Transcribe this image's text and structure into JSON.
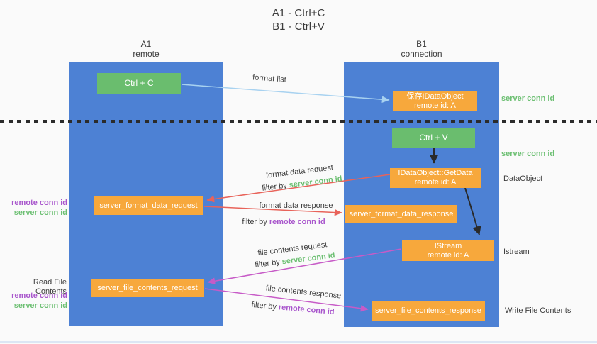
{
  "title": {
    "line1": "A1 - Ctrl+C",
    "line2": "B1 - Ctrl+V"
  },
  "lanes": {
    "left": {
      "name": "A1",
      "subtitle": "remote"
    },
    "right": {
      "name": "B1",
      "subtitle": "connection"
    }
  },
  "nodes": {
    "ctrl_c": {
      "label": "Ctrl + C"
    },
    "ctrl_v": {
      "label": "Ctrl + V"
    },
    "save_dataobject": {
      "line1": "保存IDataObject",
      "line2": "remote id: A"
    },
    "getdata": {
      "line1": "IDataObject::GetData",
      "line2": "remote id: A"
    },
    "istream": {
      "line1": "IStream",
      "line2": "remote id: A"
    },
    "format_request": {
      "label": "server_format_data_request"
    },
    "format_response": {
      "label": "server_format_data_response"
    },
    "file_request": {
      "label": "server_file_contents_request"
    },
    "file_response": {
      "label": "server_file_contents_response"
    }
  },
  "side_labels": {
    "server_conn_id_top": "server conn id",
    "server_conn_id_mid": "server conn id",
    "dataobject": "DataObject",
    "istream": "Istream",
    "write_file": "Write File Contents",
    "read_file": "Read File Contents",
    "format_remote_conn": "remote conn id",
    "format_server_conn": "server conn id",
    "file_remote_conn": "remote conn id",
    "file_server_conn": "server conn id"
  },
  "arrow_labels": {
    "format_list": "format list",
    "format_data_request": "format data request",
    "format_data_response": "format data response",
    "file_contents_request": "file contents request",
    "file_contents_response": "file contents response",
    "filter_by": "filter by ",
    "server_conn_id": "server conn id",
    "remote_conn_id": "remote conn id"
  },
  "colors": {
    "lane_fill": "#4d81d4",
    "node_green": "#6abd6e",
    "node_orange": "#f7a83c",
    "arrow_blue": "#a8d2f0",
    "arrow_red": "#e8635a",
    "arrow_magenta": "#c75bc7",
    "arrow_black": "#2a2a2a",
    "text_green": "#6cbf72",
    "text_purple": "#a855cc",
    "text_dark": "#3d3d3d",
    "background": "#fafafa"
  }
}
